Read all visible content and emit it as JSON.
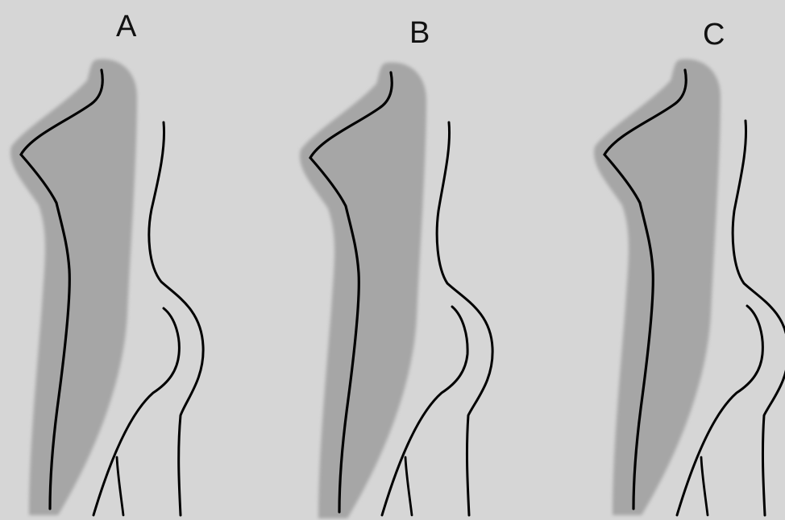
{
  "panels": [
    {
      "label": "A"
    },
    {
      "label": "B"
    },
    {
      "label": "C"
    }
  ],
  "colors": {
    "background": "#d6d6d6",
    "shadow_region": "#a6a6a6",
    "outline": "#000000",
    "label_text": "#111111"
  }
}
